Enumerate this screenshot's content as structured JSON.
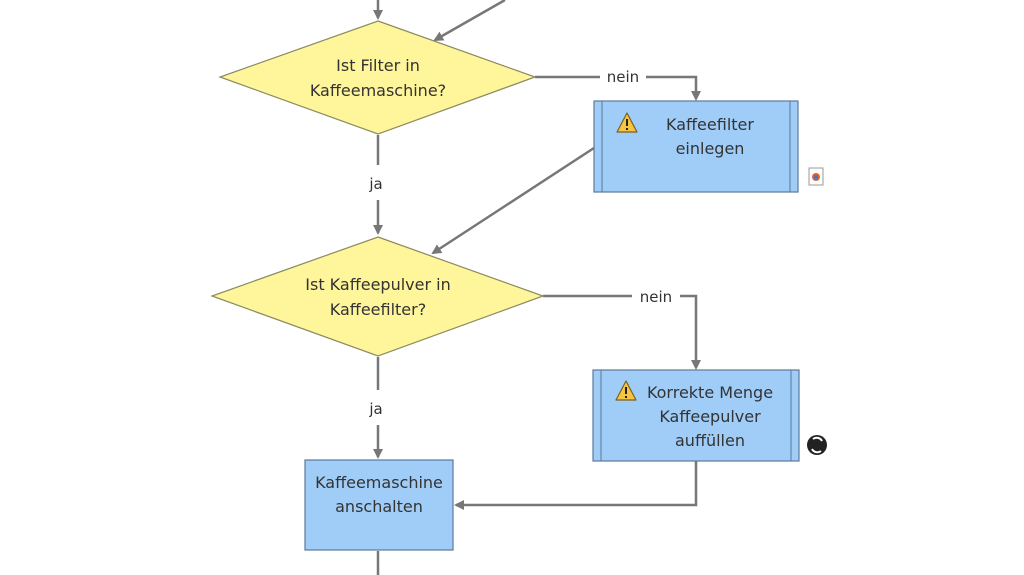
{
  "diagram": {
    "nodes": {
      "decision_filter": {
        "lines": [
          "Ist Filter in",
          "Kaffeemaschine?"
        ]
      },
      "task_filter": {
        "lines": [
          "Kaffeefilter",
          "einlegen"
        ],
        "icon": "warning-icon"
      },
      "decision_pulver": {
        "lines": [
          "Ist Kaffeepulver in",
          "Kaffeefilter?"
        ]
      },
      "task_pulver": {
        "lines": [
          "Korrekte Menge",
          "Kaffeepulver",
          "auffüllen"
        ],
        "icon": "warning-icon"
      },
      "task_anschalten": {
        "lines": [
          "Kaffeemaschine",
          "anschalten"
        ]
      }
    },
    "edge_labels": {
      "filter_no": "nein",
      "filter_yes": "ja",
      "pulver_no": "nein",
      "pulver_yes": "ja"
    },
    "badges": {
      "attachment": "attachment-icon",
      "status": "cycle-status-icon"
    },
    "colors": {
      "decision_fill": "#FFF59A",
      "decision_stroke": "#8A8A60",
      "task_fill": "#9FCDF8",
      "task_stroke": "#5A7A99",
      "edge": "#777777",
      "warning_fill": "#F5C542"
    }
  }
}
